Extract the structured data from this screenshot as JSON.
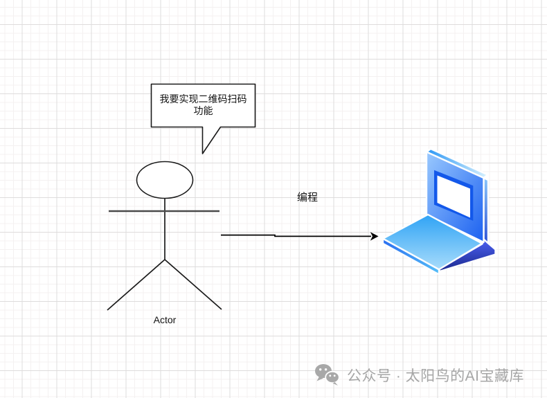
{
  "canvas": {
    "grid_minor_color": "#f4f1f1",
    "grid_major_color": "#dedcdc",
    "background_color": "#ffffff"
  },
  "diagram": {
    "speech_bubble": {
      "lines": [
        "我要实现二维码扫码",
        "功能"
      ],
      "full_text": "我要实现二维码扫码功能",
      "border_color": "#1a1a1a",
      "fill_color": "#ffffff"
    },
    "actor": {
      "label": "Actor",
      "stroke_color": "#1a1a1a"
    },
    "edge": {
      "label": "编程",
      "color": "#000000"
    },
    "laptop": {
      "icon": "isometric-laptop-icon",
      "colors": {
        "screen_face_light": "#9ac9fe",
        "screen_face_dark": "#1b60f0",
        "window_frame": "#1358ea",
        "screen_white": "#ffffff",
        "bevel_light": "#d9f2fe",
        "bevel_dark": "#2b97f5",
        "side_light": "#8ac6fb",
        "side_dark": "#2b50d6",
        "foot_light": "#4d60f2",
        "foot_dark": "#1b2a8e",
        "base_top_dark": "#2fa3f5",
        "base_top_light": "#a8dcfb",
        "base_strip_left": "#2a6ff0",
        "base_strip_right": "#55bdf8"
      }
    }
  },
  "watermark": {
    "icon": "wechat-icon",
    "text": "公众号 · 太阳鸟的AI宝藏库",
    "color": "#a6a6a6"
  }
}
